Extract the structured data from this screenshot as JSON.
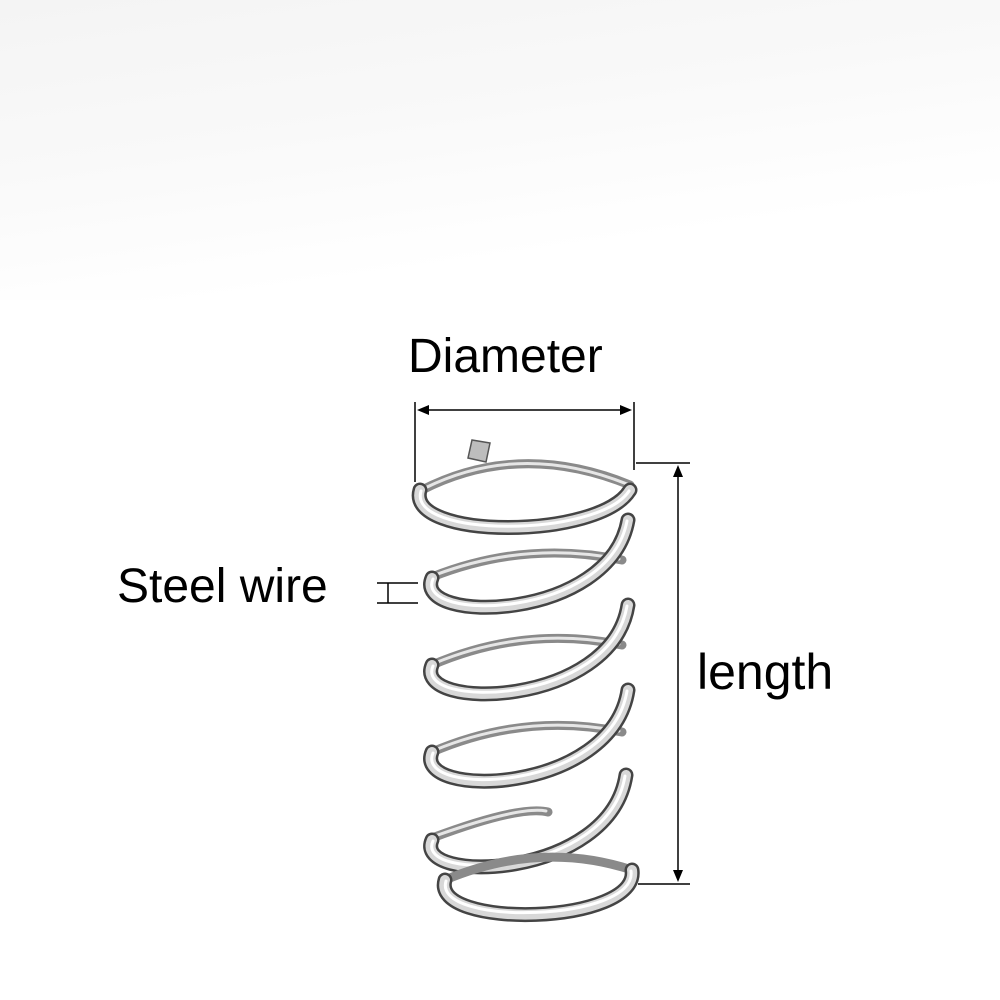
{
  "labels": {
    "diameter": "Diameter",
    "steel_wire": "Steel wire",
    "length": "length"
  },
  "colors": {
    "background": "#ffffff",
    "text": "#000000",
    "dimension_lines": "#000000",
    "steel_light": "#f2f2f2",
    "steel_mid": "#b8b8b8",
    "steel_dark": "#4a4a4a"
  },
  "object": {
    "name": "compression-spring",
    "material": "steel wire"
  }
}
